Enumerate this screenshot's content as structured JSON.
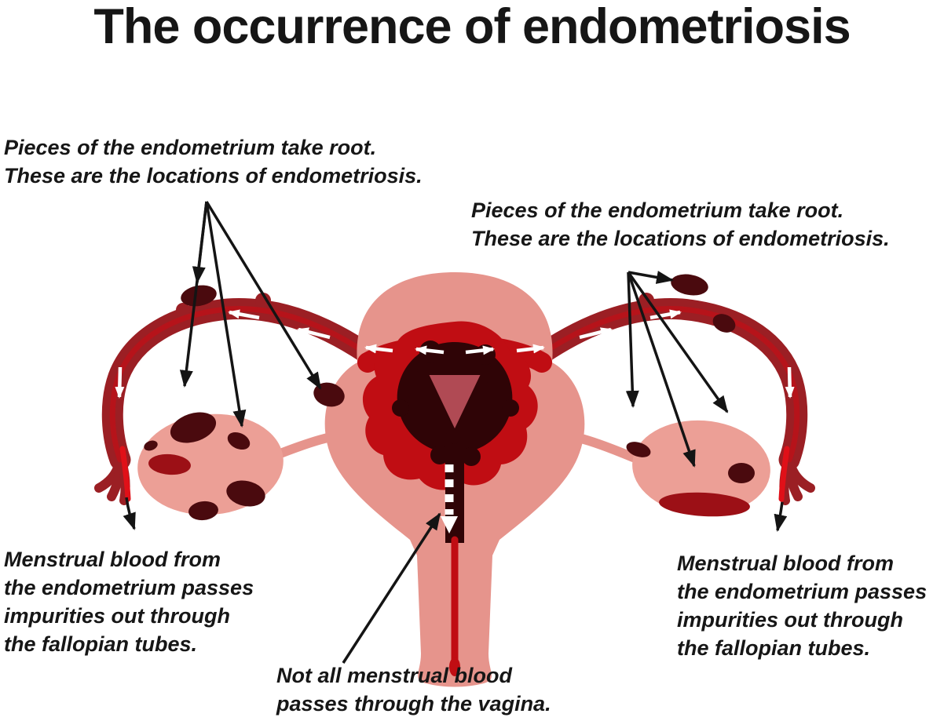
{
  "title": "The occurrence of endometriosis",
  "annotations": {
    "top_left": "Pieces of the endometrium take root.\nThese are the locations of endometriosis.",
    "top_right": "Pieces of the endometrium take root.\nThese are the locations of endometriosis.",
    "bottom_left": "Menstrual blood from\nthe endometrium passes\nimpurities out through\nthe fallopian tubes.",
    "bottom_right": "Menstrual blood from\nthe endometrium passes\nimpurities out through\nthe fallopian tubes.",
    "bottom_center": "Not all menstrual blood\npasses through the vagina."
  },
  "colors": {
    "uterus_pink": "#e6948c",
    "ovary_pink": "#ec9f96",
    "tube_dark_red": "#9b1f24",
    "tube_channel_red": "#bb1219",
    "bright_red": "#e01018",
    "endometrium_red": "#c00d13",
    "endometrium_dark": "#2f0406",
    "cavity_red": "#b04a54",
    "lesion_dark": "#4a0a0e",
    "lesion_red": "#9c1016",
    "arrow_black": "#141414",
    "flow_white": "#ffffff",
    "text": "#161616",
    "background": "#ffffff"
  }
}
